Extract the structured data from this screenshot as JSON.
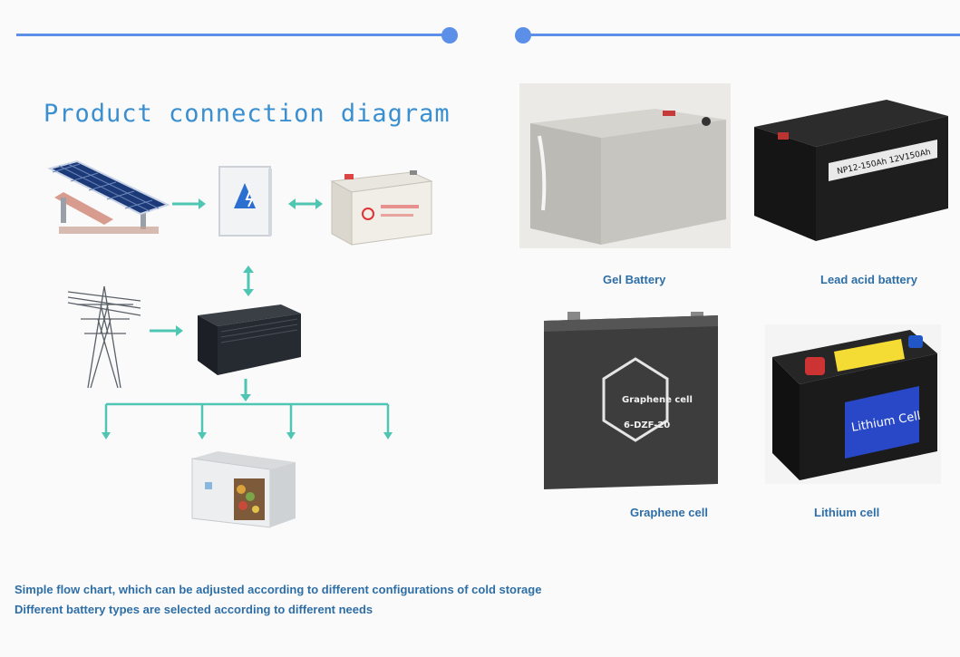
{
  "colors": {
    "accent": "#5b8fe8",
    "title": "#3a8fd0",
    "arrow": "#4fc6b3",
    "caption": "#2e6ea6",
    "note": "#2e6ea6"
  },
  "diagram": {
    "title": "Product connection diagram",
    "nodes": [
      {
        "icon": "solar-panel-icon"
      },
      {
        "icon": "controller-box-icon"
      },
      {
        "icon": "battery-bank-icon"
      },
      {
        "icon": "power-grid-tower-icon"
      },
      {
        "icon": "inverter-icon"
      },
      {
        "icon": "cold-storage-room-icon"
      }
    ]
  },
  "batteries": [
    {
      "label": "Gel Battery",
      "icon": "gel-battery-icon"
    },
    {
      "label": "Lead acid battery",
      "icon": "lead-acid-battery-icon",
      "printed": "NP12-150Ah 12V150Ah"
    },
    {
      "label": "Graphene cell",
      "icon": "graphene-cell-icon",
      "printed": "Graphene cell",
      "model": "6-DZF-20"
    },
    {
      "label": "Lithium cell",
      "icon": "lithium-cell-icon",
      "printed": "Lithium Cell"
    }
  ],
  "notes": [
    "Simple flow chart, which can be adjusted according to different configurations of cold storage",
    "Different battery types are selected according to different needs"
  ]
}
